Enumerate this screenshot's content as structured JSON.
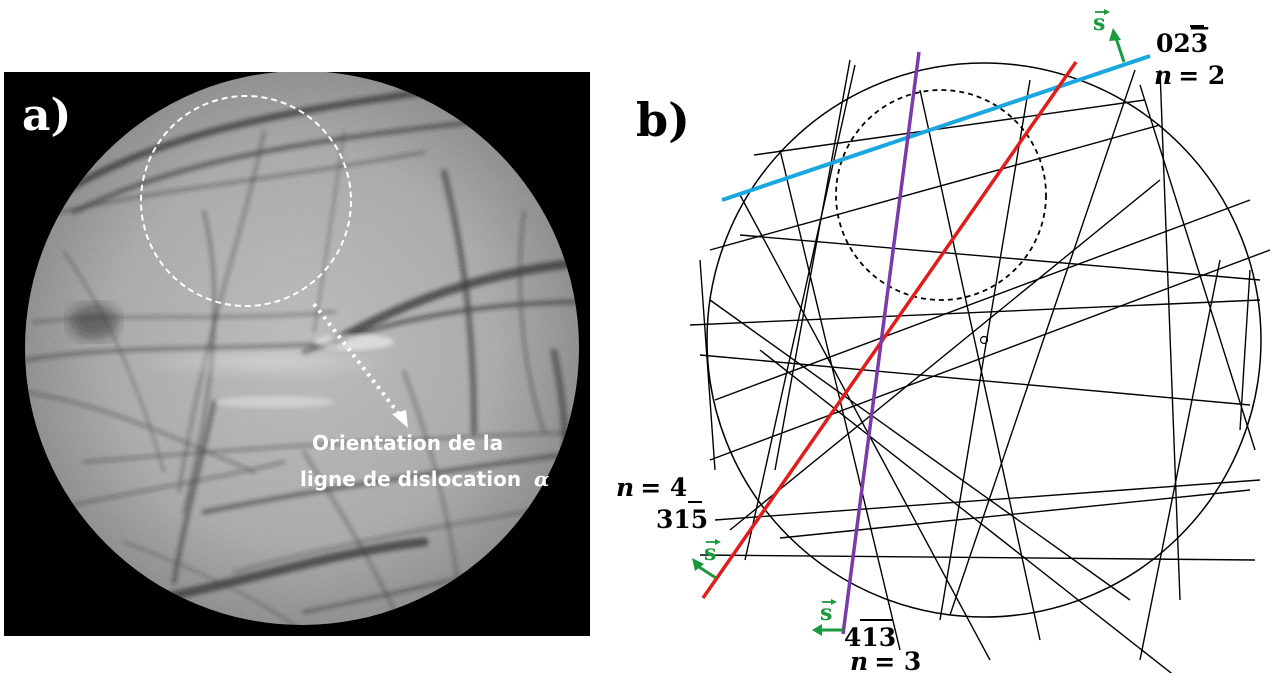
{
  "panel_a": {
    "label": "a)",
    "annotation_line1": "Orientation de la",
    "annotation_line2": "ligne de dislocation",
    "annotation_symbol": "α"
  },
  "panel_b": {
    "label": "b)",
    "vector_symbol": "s",
    "colors": {
      "blue": "#1aa7e0",
      "red": "#e11c1c",
      "purple": "#7a3aa8",
      "green": "#1a9a3c"
    },
    "blue_line": {
      "plane": "02",
      "plane_bar": "3",
      "n_label": "n",
      "n_value": "= 2"
    },
    "red_line": {
      "plane": "31",
      "plane_bar": "5",
      "n_label": "n",
      "n_value": "= 4"
    },
    "purple_line": {
      "plane": "4",
      "plane_bar": "13",
      "n_label": "n",
      "n_value": "= 3"
    }
  }
}
